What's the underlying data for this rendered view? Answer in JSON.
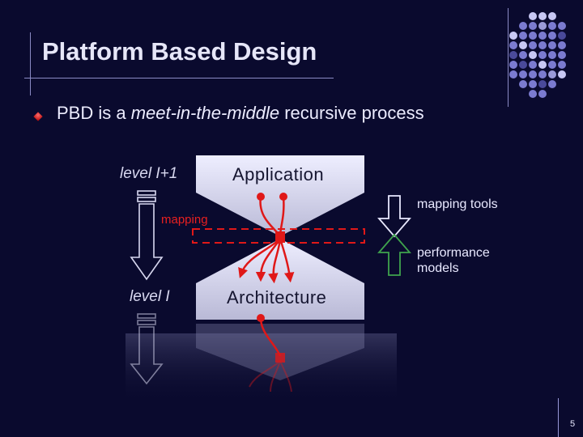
{
  "slide": {
    "title": "Platform Based Design",
    "bullet": {
      "before": "PBD is a ",
      "emphasis": "meet-in-the-middle",
      "after": " recursive process"
    },
    "page_number": "5"
  },
  "diagram": {
    "level_upper": "level I+1",
    "level_lower": "level I",
    "mapping": "mapping",
    "application": "Application",
    "architecture": "Architecture",
    "mapping_tools": "mapping tools",
    "performance_models": "performance models"
  },
  "colors": {
    "background": "#0a0a2e",
    "accent_red": "#e01818",
    "mapping_tools_arrow": "#e8e8ff",
    "performance_arrow": "#3fa34d",
    "dots_light": "#c8c8f4",
    "dots_mid": "#7b7bd0",
    "dots_dark": "#4a4a9a"
  }
}
